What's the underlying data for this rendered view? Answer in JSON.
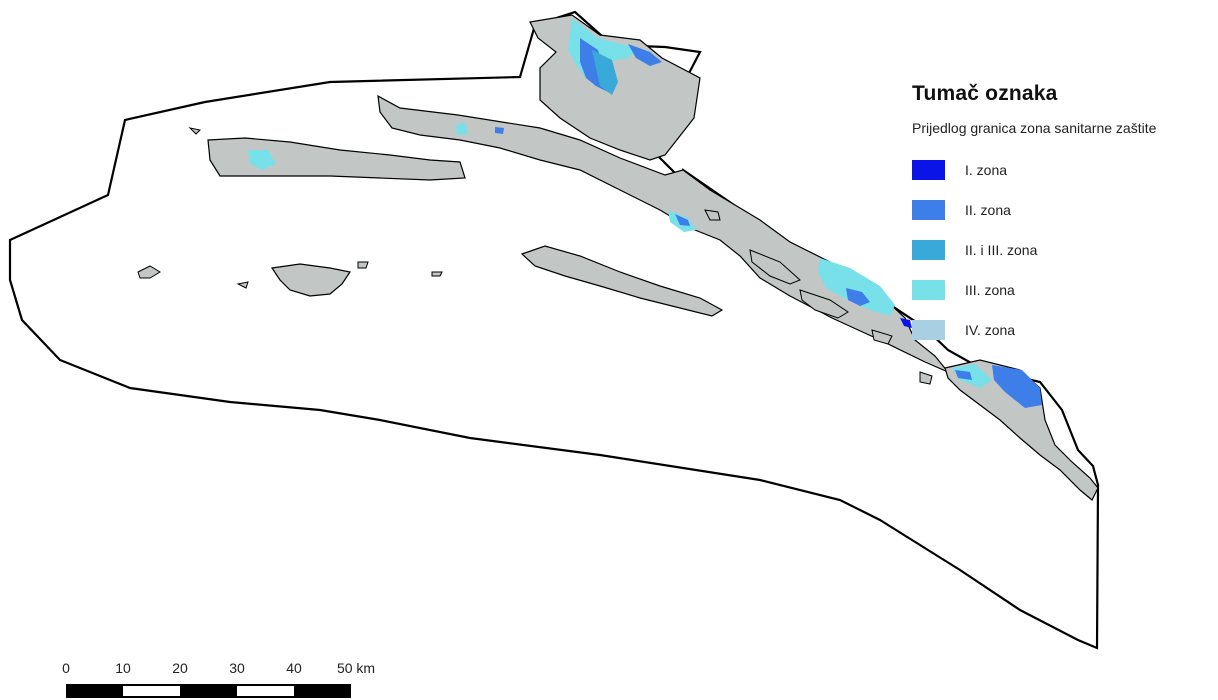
{
  "legend": {
    "title": "Tumač oznaka",
    "subtitle": "Prijedlog granica zona sanitarne zaštite",
    "items": [
      {
        "label": "I. zona",
        "color": "#0a14e6"
      },
      {
        "label": "II. zona",
        "color": "#3d7ee8"
      },
      {
        "label": "II. i III. zona",
        "color": "#38a9d8"
      },
      {
        "label": "III. zona",
        "color": "#78e0e8"
      },
      {
        "label": "IV. zona",
        "color": "#a9cfe3"
      }
    ]
  },
  "scale": {
    "ticks": [
      "0",
      "10",
      "20",
      "30",
      "40",
      "50 km"
    ]
  },
  "colors": {
    "land": "#c2c6c5",
    "outline": "#000000",
    "sea": "#ffffff"
  }
}
